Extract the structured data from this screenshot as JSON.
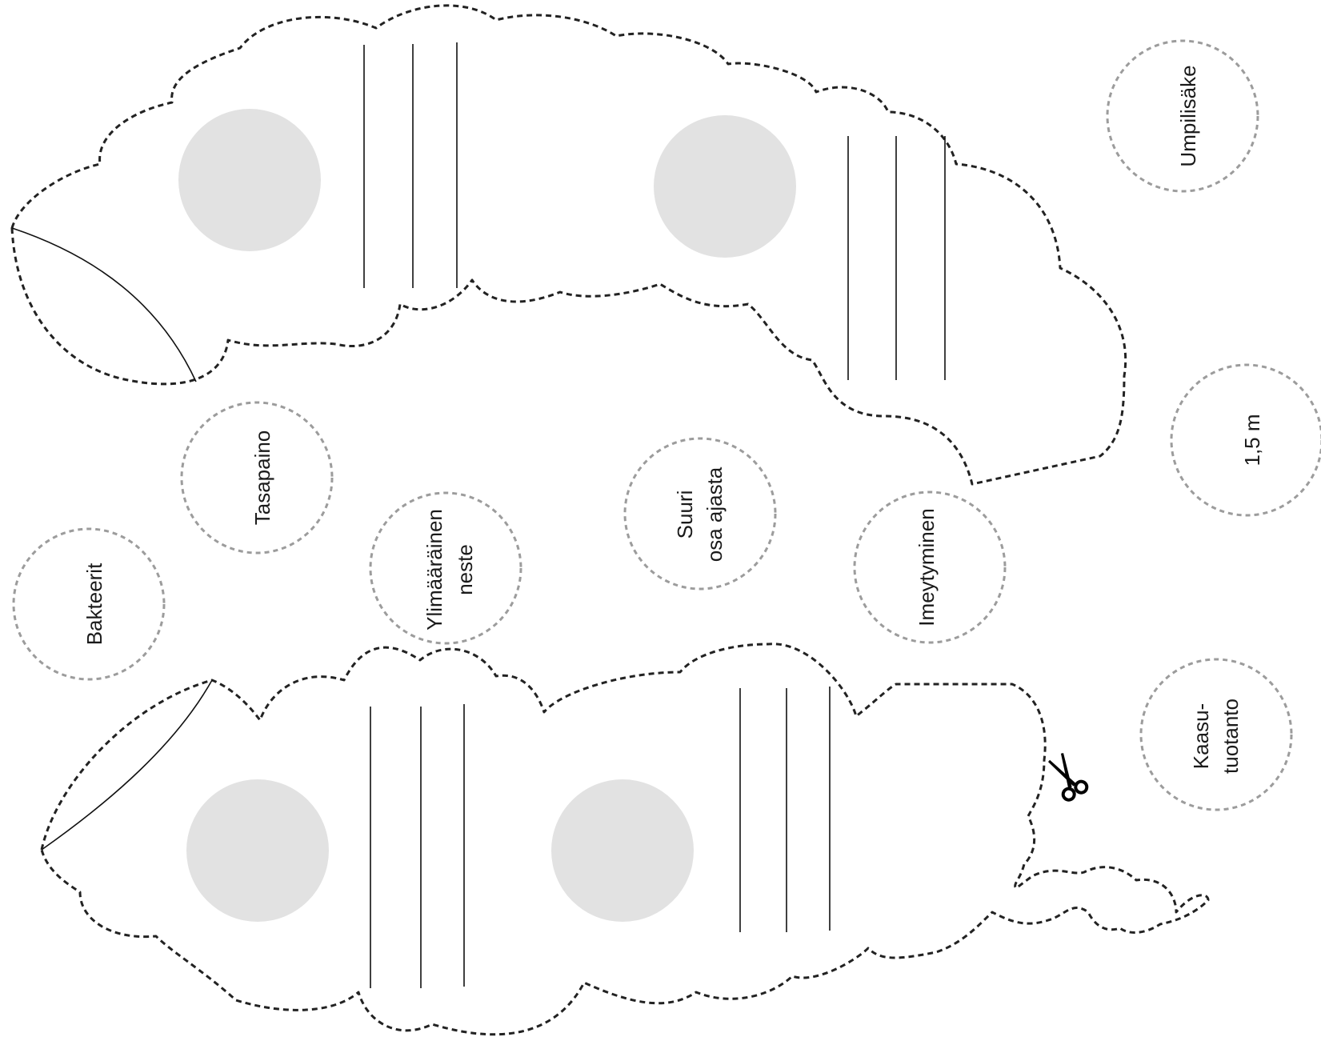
{
  "labels": {
    "umpilisake": "Umpilisäke",
    "length": "1,5 m",
    "tasapaino": "Tasapaino",
    "bakteerit": "Bakteerit",
    "ylimaarainen_1": "Ylimääräinen",
    "ylimaarainen_2": "neste",
    "suuri_1": "Suuri",
    "suuri_2": "osa ajasta",
    "imeytyminen": "Imeytyminen",
    "kaasu_1": "Kaasu-",
    "kaasu_2": "tuotanto"
  },
  "icons": {
    "scissors": "scissors-icon"
  },
  "colors": {
    "outline": "#222222",
    "circle_outline": "#9c9c9c",
    "placeholder_fill": "#e2e2e2"
  }
}
